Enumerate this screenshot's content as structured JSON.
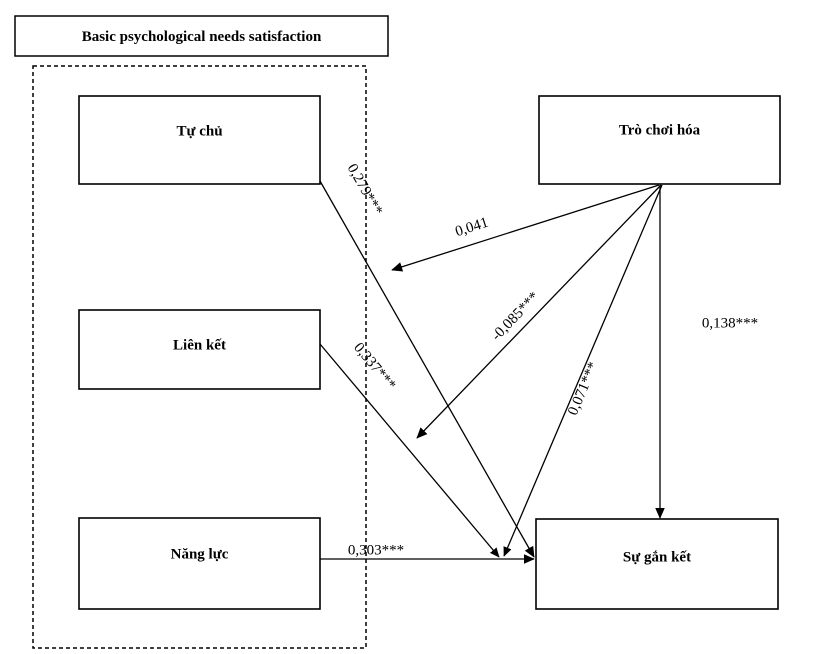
{
  "header": {
    "label": "Basic psychological needs satisfaction"
  },
  "nodes": [
    {
      "id": "tu-chu",
      "label": "Tự chủ"
    },
    {
      "id": "lien-ket",
      "label": "Liên kết"
    },
    {
      "id": "nang-luc",
      "label": "Năng lực"
    },
    {
      "id": "tro-choi-hoa",
      "label": "Trò chơi hóa"
    },
    {
      "id": "su-gan-ket",
      "label": "Sự gắn kết"
    }
  ],
  "edges": [
    {
      "id": "tu-chu-to-su-gan-ket",
      "label": "0,279***"
    },
    {
      "id": "lien-ket-to-su-gan-ket",
      "label": "0,337***"
    },
    {
      "id": "nang-luc-to-su-gan-ket",
      "label": "0,303***"
    },
    {
      "id": "tro-choi-hoa-to-tu-chu-path",
      "label": "0,041"
    },
    {
      "id": "tro-choi-hoa-to-lien-ket-path",
      "label": "-0,085***"
    },
    {
      "id": "tro-choi-hoa-to-nang-luc-path",
      "label": "0,071***"
    },
    {
      "id": "tro-choi-hoa-to-su-gan-ket",
      "label": "0,138***"
    }
  ],
  "chart_data": {
    "type": "diagram",
    "title": "Basic psychological needs satisfaction",
    "diagram_kind": "structural-equation-model-path-diagram",
    "grouping": {
      "label": "Basic psychological needs satisfaction",
      "members": [
        "Tự chủ",
        "Liên kết",
        "Năng lực"
      ],
      "border": "dashed"
    },
    "nodes": [
      "Tự chủ",
      "Liên kết",
      "Năng lực",
      "Trò chơi hóa",
      "Sự gắn kết"
    ],
    "paths": [
      {
        "from": "Tự chủ",
        "to": "Sự gắn kết",
        "coefficient": 0.279,
        "label": "0,279***",
        "significance": "***"
      },
      {
        "from": "Liên kết",
        "to": "Sự gắn kết",
        "coefficient": 0.337,
        "label": "0,337***",
        "significance": "***"
      },
      {
        "from": "Năng lực",
        "to": "Sự gắn kết",
        "coefficient": 0.303,
        "label": "0,303***",
        "significance": "***"
      },
      {
        "from": "Trò chơi hóa",
        "to": "Tự chủ → Sự gắn kết path",
        "coefficient": 0.041,
        "label": "0,041",
        "significance": ""
      },
      {
        "from": "Trò chơi hóa",
        "to": "Liên kết → Sự gắn kết path",
        "coefficient": -0.085,
        "label": "-0,085***",
        "significance": "***"
      },
      {
        "from": "Trò chơi hóa",
        "to": "Năng lực → Sự gắn kết path",
        "coefficient": 0.071,
        "label": "0,071***",
        "significance": "***"
      },
      {
        "from": "Trò chơi hóa",
        "to": "Sự gắn kết",
        "coefficient": 0.138,
        "label": "0,138***",
        "significance": "***"
      }
    ]
  }
}
